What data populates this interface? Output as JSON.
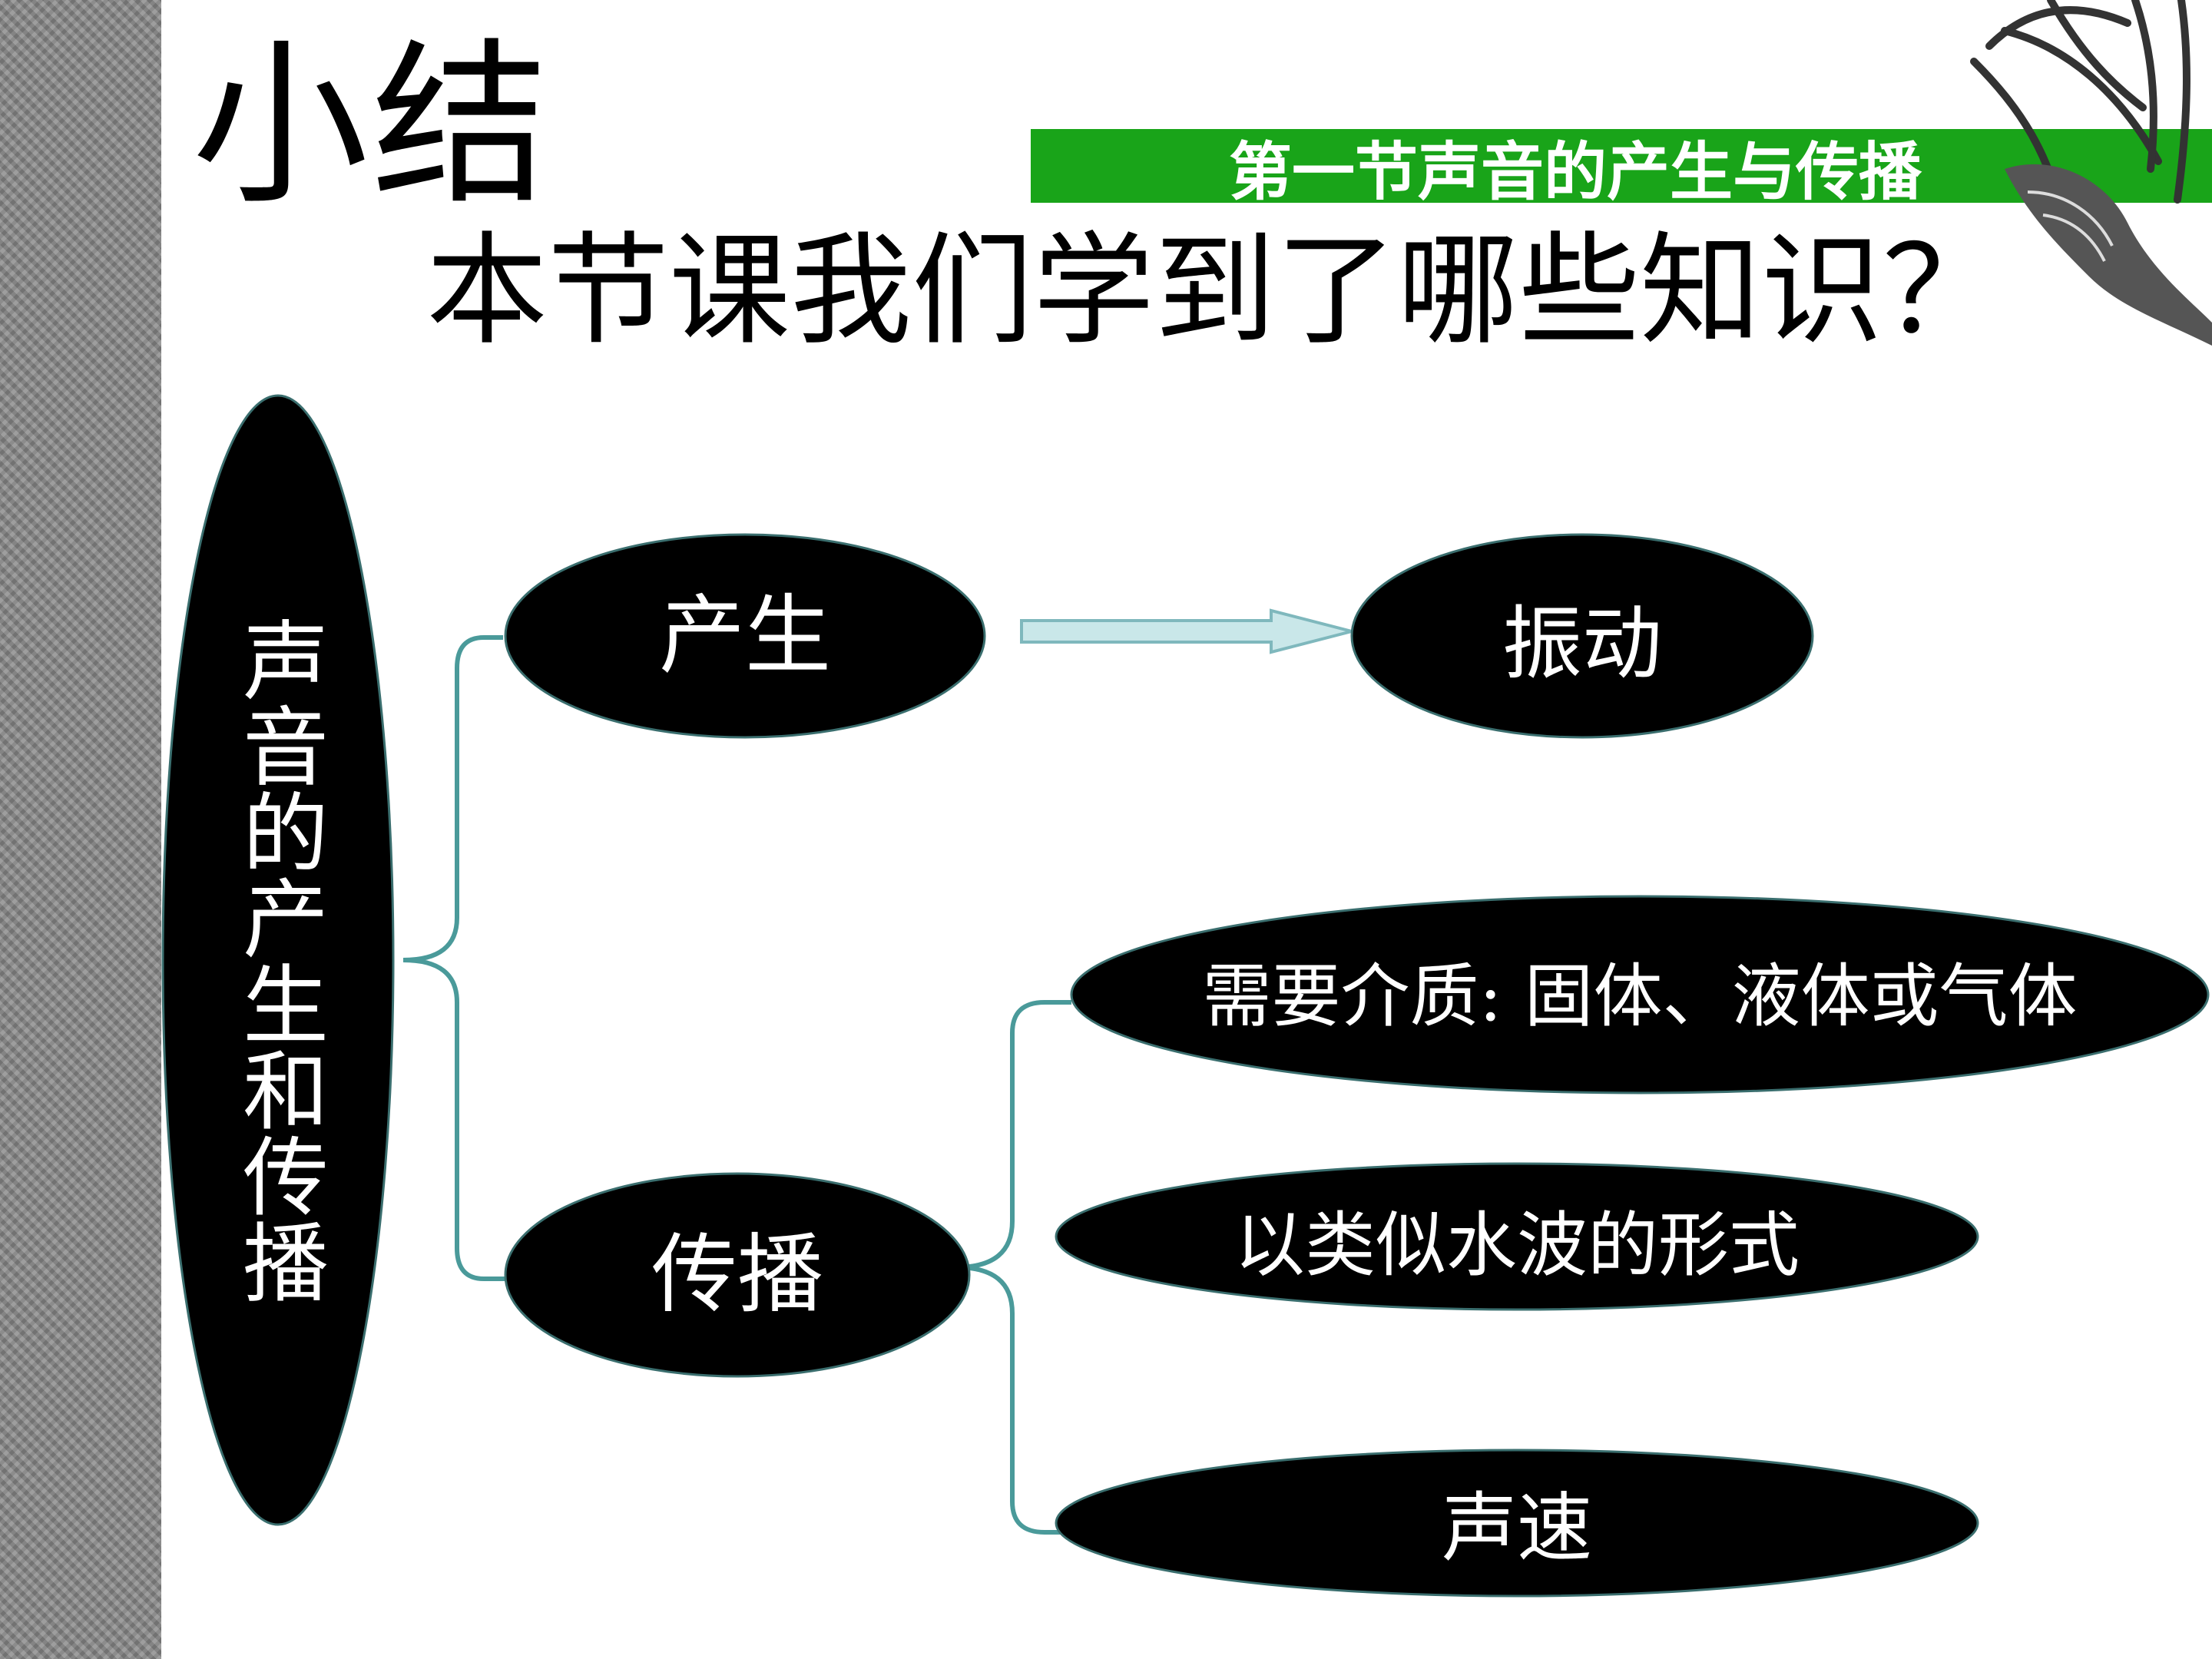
{
  "slide": {
    "title": "小结",
    "section_banner": "第一节声音的产生与传播",
    "question": "本节课我们学到了哪些知识？"
  },
  "diagram": {
    "root": "声音的产生和传播",
    "branches": {
      "production": "产生",
      "propagation": "传播"
    },
    "production_result": "振动",
    "propagation_items": [
      "需要介质: 固体、液体或气体",
      "以类似水波的形式",
      "声速"
    ]
  },
  "colors": {
    "banner": "#19a419",
    "connector": "#4a9a9a",
    "arrow_fill": "#c9e7e9",
    "arrow_stroke": "#7fb8bd",
    "node_fill": "#000000",
    "node_text": "#ffffff"
  }
}
